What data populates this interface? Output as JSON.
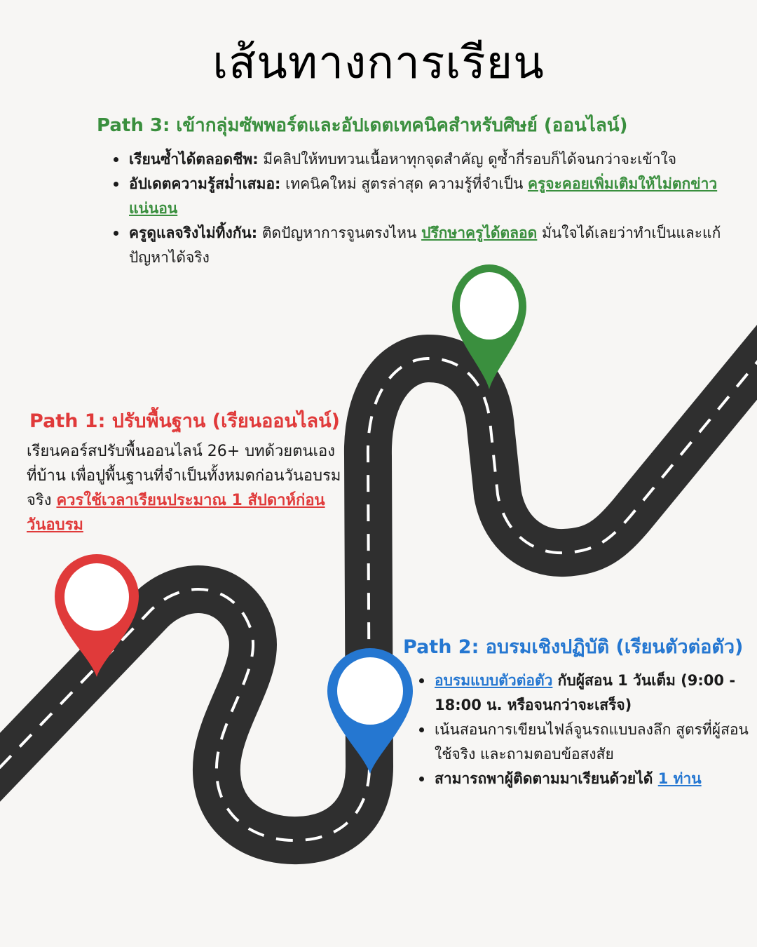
{
  "title": "เส้นทางการเรียน",
  "colors": {
    "background": "#f7f6f4",
    "road": "#2f2f2f",
    "lane": "#ffffff",
    "path1": "#e03a3a",
    "path2": "#2577d1",
    "path3": "#3a8f3e"
  },
  "path3": {
    "heading": "Path 3: เข้ากลุ่มซัพพอร์ตและอัปเดตเทคนิคสำหรับศิษย์ (ออนไลน์)",
    "items": [
      {
        "bold": "เรียนซ้ำได้ตลอดชีพ:",
        "text": " มีคลิปให้ทบทวนเนื้อหาทุกจุดสำคัญ ดูซ้ำกี่รอบก็ได้จนกว่าจะเข้าใจ",
        "link": "",
        "after": ""
      },
      {
        "bold": "อัปเดตความรู้สม่ำเสมอ:",
        "text": " เทคนิคใหม่ สูตรล่าสุด ความรู้ที่จำเป็น ",
        "link": "ครูจะคอยเพิ่มเติมให้ไม่ตกข่าวแน่นอน",
        "after": ""
      },
      {
        "bold": "ครูดูแลจริงไม่ทิ้งกัน:",
        "text": " ติดปัญหาการจูนตรงไหน ",
        "link": "ปรึกษาครูได้ตลอด",
        "after": " มั่นใจได้เลยว่าทำเป็นและแก้ปัญหาได้จริง"
      }
    ]
  },
  "path1": {
    "heading": "Path 1: ปรับพื้นฐาน (เรียนออนไลน์)",
    "text": "เรียนคอร์สปรับพื้นออนไลน์ 26+ บทด้วยตนเองที่บ้าน เพื่อปูพื้นฐานที่จำเป็นทั้งหมดก่อนวันอบรมจริง ",
    "link": "ควรใช้เวลาเรียนประมาณ 1 สัปดาห์ก่อนวันอบรม"
  },
  "path2": {
    "heading": "Path 2: อบรมเชิงปฏิบัติ (เรียนตัวต่อตัว)",
    "items": [
      {
        "link": "อบรมแบบตัวต่อตัว",
        "bold": " กับผู้สอน 1 วันเต็ม (9:00 - 18:00 น. หรือจนกว่าจะเสร็จ)",
        "text": ""
      },
      {
        "link": "",
        "bold": "",
        "text": "เน้นสอนการเขียนไฟล์จูนรถแบบลงลึก สูตรที่ผู้สอนใช้จริง และถามตอบข้อสงสัย"
      },
      {
        "link": "",
        "bold": "สามารถพาผู้ติดตามมาเรียนด้วยได้ ",
        "text": "",
        "link_after": "1 ท่าน"
      }
    ]
  },
  "pins": [
    {
      "name": "path1-pin",
      "color": "#e03a3a",
      "icon": "map-pin-icon"
    },
    {
      "name": "path2-pin",
      "color": "#2577d1",
      "icon": "map-pin-icon"
    },
    {
      "name": "path3-pin",
      "color": "#3a8f3e",
      "icon": "map-pin-icon"
    }
  ]
}
